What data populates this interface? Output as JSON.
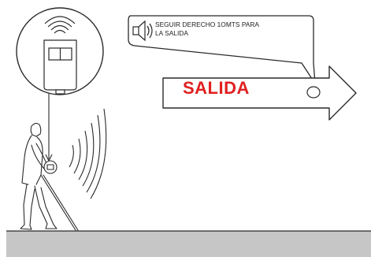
{
  "callout": {
    "line1": "SEGUIR DERECHO  1OMTS PARA",
    "line2": "LA SALIDA"
  },
  "exit_sign": {
    "label": "SALIDA"
  },
  "colors": {
    "sign_text": "#e02020",
    "line_art": "#2a2a2a",
    "floor_band": "#c6c6c6",
    "background": "#ffffff"
  },
  "icons": {
    "speaker": "speaker-icon",
    "device_signal": "wifi-signal-icon",
    "cane_waves": "radio-waves-icon",
    "arrow": "arrow-right-shape"
  }
}
